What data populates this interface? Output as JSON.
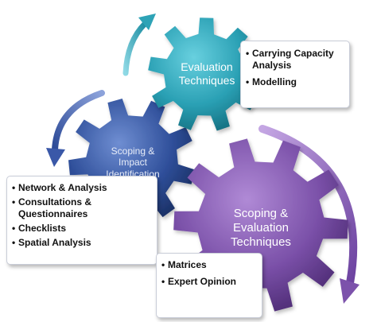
{
  "gears": {
    "evaluation": {
      "lines": [
        "Evaluation",
        "Techniques"
      ]
    },
    "scoping_impact": {
      "lines": [
        "Scoping &",
        "Impact",
        "Identification"
      ]
    },
    "scoping_evaluation": {
      "lines": [
        "Scoping &",
        "Evaluation",
        "Techniques"
      ]
    }
  },
  "callouts": {
    "evaluation": [
      "Carrying Capacity",
      "Analysis",
      "Modelling"
    ],
    "scoping_impact": [
      "Network & Analysis",
      "Consultations &",
      "Questionnaires",
      "Checklists",
      "Spatial Analysis"
    ],
    "scoping_evaluation": [
      "Matrices",
      "Expert Opinion"
    ]
  },
  "colors": {
    "teal": "#2aa0b4",
    "blue": "#2f4f9a",
    "purple": "#7a50a8",
    "arrow_teal": "#2ea3b6",
    "arrow_blue": "#3a58a8",
    "arrow_purple": "#7c52ab"
  },
  "icons": [
    "curved-arrow-icon",
    "gear-icon"
  ]
}
